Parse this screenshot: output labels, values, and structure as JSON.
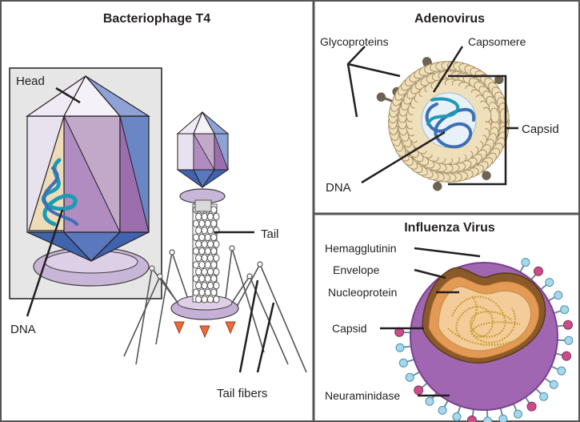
{
  "colors": {
    "border": "#555555",
    "inset_bg": "#e6e6e6",
    "head_light": "#e8e2ef",
    "head_mid": "#c3a9c9",
    "head_purple": "#9b6fad",
    "head_blue": "#6b86c4",
    "head_dark_blue": "#3f63ad",
    "dna_teal": "#1b9bb4",
    "dna_blue": "#3d6fb5",
    "dna_bg": "#eedcb8",
    "collar": "#c8b6d8",
    "baseplate": "#c6b0d6",
    "spike": "#e96a3c",
    "capsomere": "#efdfba",
    "capsomere_stroke": "#a88f62",
    "spike_stick": "#6d6352",
    "env_purple": "#a066b1",
    "env_brown": "#8a5a2a",
    "capsid_orange": "#e39a54",
    "nucleo_bg": "#f3cc99",
    "ha_blue": "#a6d8ec",
    "na_pink": "#c94d88"
  },
  "panels": {
    "t4": {
      "title": "Bacteriophage T4",
      "labels": {
        "head": "Head",
        "dna": "DNA",
        "tail": "Tail",
        "tail_fibers": "Tail fibers"
      }
    },
    "adenovirus": {
      "title": "Adenovirus",
      "labels": {
        "glycoproteins": "Glycoproteins",
        "capsomere": "Capsomere",
        "capsid": "Capsid",
        "dna": "DNA"
      }
    },
    "influenza": {
      "title": "Influenza Virus",
      "labels": {
        "hemagglutinin": "Hemagglutinin",
        "envelope": "Envelope",
        "nucleoprotein": "Nucleoprotein",
        "capsid": "Capsid",
        "neuraminidase": "Neuraminidase"
      }
    }
  }
}
